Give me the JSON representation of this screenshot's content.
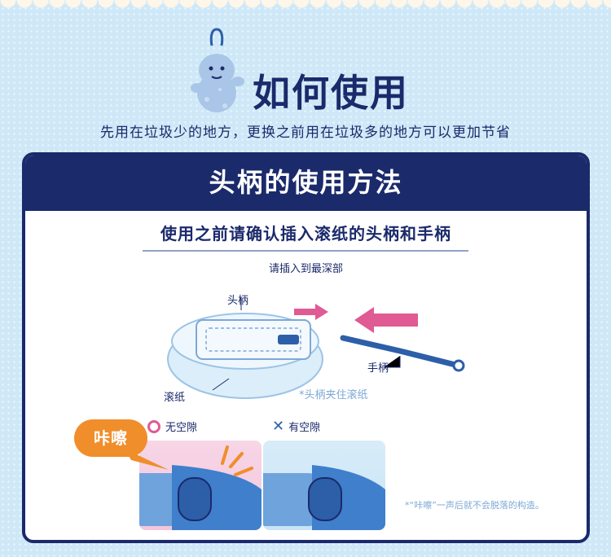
{
  "header": {
    "title": "如何使用",
    "subtitle": "先用在垃圾少的地方，更换之前用在垃圾多的地方可以更加节省"
  },
  "card": {
    "band_title": "头柄的使用方法",
    "heading": "使用之前请确认插入滚纸的头柄和手柄",
    "insert_note": "请插入到最深部",
    "labels": {
      "head": "头柄",
      "handle": "手柄",
      "roll": "滚纸",
      "clip_note": "*头柄夹住滚纸"
    },
    "badge": "咔嚓",
    "ok_label": "无空隙",
    "ng_label": "有空隙",
    "footnote": "*“咔嚓”一声后就不会脱落的构造。"
  },
  "colors": {
    "navy": "#1b2a6b",
    "orange": "#f08e2b",
    "pink": "#e05a94",
    "blue": "#2c5fa8",
    "light_blue": "#7ea8d6"
  },
  "icons": {
    "mascot": "fluffy-mascot-icon",
    "ok_mark": "circle-icon",
    "ng_mark": "cross-icon"
  }
}
